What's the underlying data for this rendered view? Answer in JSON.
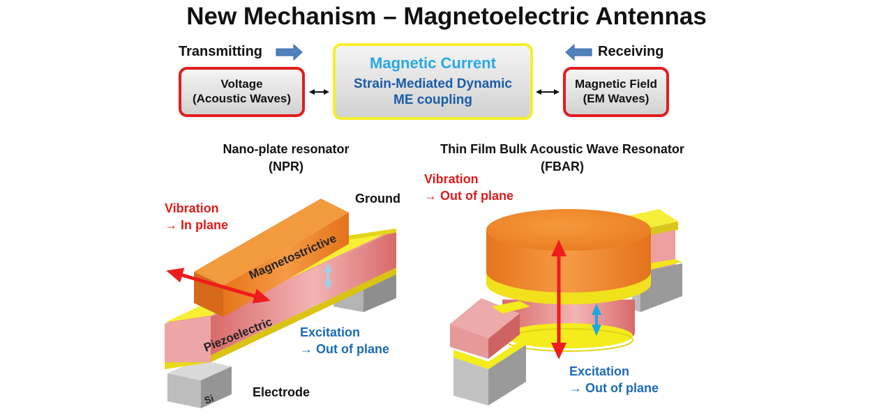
{
  "title": "New Mechanism – Magnetoelectric Antennas",
  "flow": {
    "transmitting": "Transmitting",
    "receiving": "Receiving",
    "voltage_box": {
      "line1": "Voltage",
      "line2": "(Acoustic Waves)"
    },
    "center_box": {
      "title": "Magnetic Current",
      "line1": "Strain-Mediated Dynamic",
      "line2": "ME coupling"
    },
    "field_box": {
      "line1": "Magnetic Field",
      "line2": "(EM Waves)"
    }
  },
  "npr": {
    "title_line1": "Nano-plate resonator",
    "title_line2": "(NPR)",
    "vibration_line1": "Vibration",
    "vibration_line2": "→ In plane",
    "ground": "Ground",
    "magnetostrictive": "Magnetostrictive",
    "piezoelectric": "Piezoelectric",
    "si": "Si",
    "electrode": "Electrode",
    "excitation_line1": "Excitation",
    "excitation_line2": "→ Out of plane"
  },
  "fbar": {
    "title_line1": "Thin Film Bulk Acoustic Wave Resonator",
    "title_line2": "(FBAR)",
    "vibration_line1": "Vibration",
    "vibration_line2": "→ Out of plane",
    "excitation_line1": "Excitation",
    "excitation_line2": "→ Out of plane"
  },
  "colors": {
    "red_border": "#e01e1e",
    "yellow_border": "#f6ef2c",
    "magnetic_current": "#29a8e4",
    "blue_text": "#1a6bb8",
    "red_text": "#e01a1a",
    "arrow_blue": "#4f81bd",
    "orange": "#ee7d1e",
    "pink": "#e38080",
    "yellow_layer": "#f4ec1c",
    "gray": "#a8a8a8"
  }
}
